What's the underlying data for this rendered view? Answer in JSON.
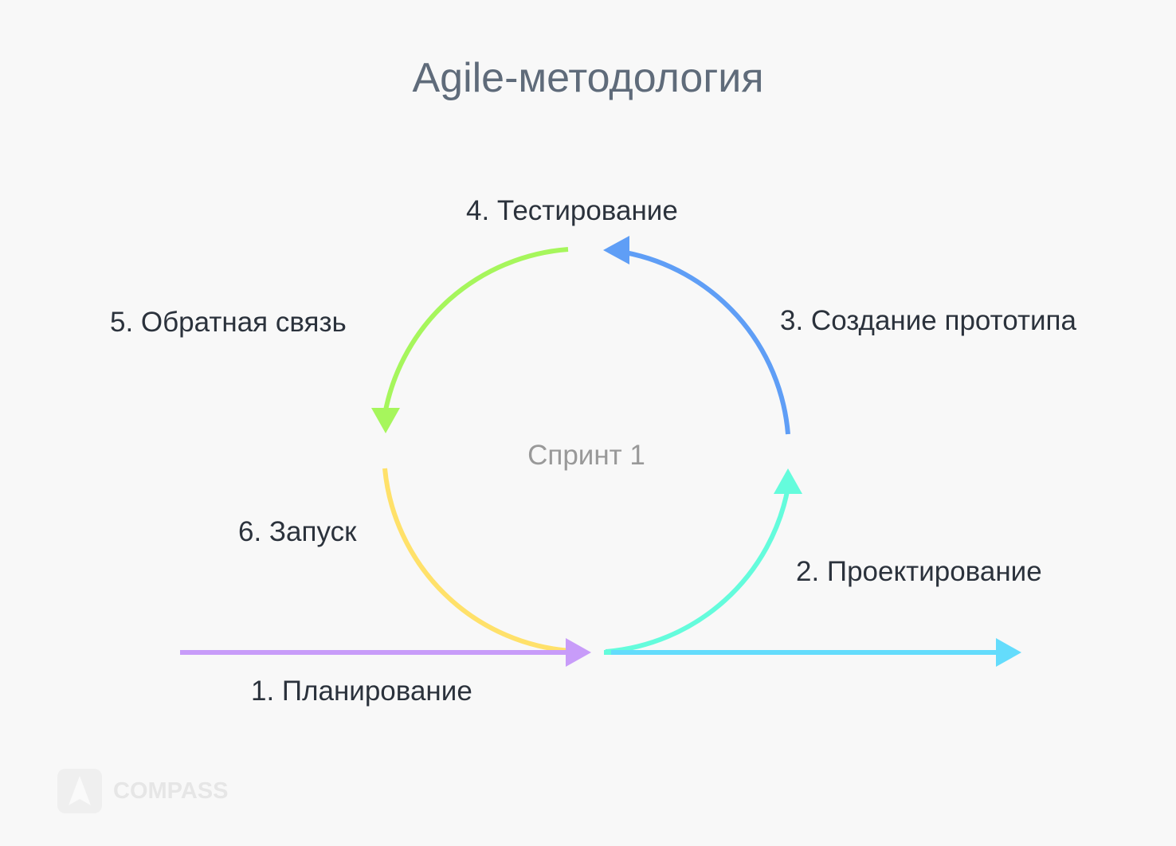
{
  "title": "Agile-методология",
  "center_label": "Спринт 1",
  "stages": [
    {
      "label": "1. Планирование",
      "color": "#c89cf9"
    },
    {
      "label": "2. Проектирование",
      "color": "#64fcdc"
    },
    {
      "label": "3. Создание прототипа",
      "color": "#5f9ef6"
    },
    {
      "label": "4. Тестирование",
      "color": "#a6f65c"
    },
    {
      "label": "5. Обратная связь",
      "color": "#a6f65c"
    },
    {
      "label": "6. Запуск",
      "color": "#ffe16a"
    }
  ],
  "output_color": "#64dcfc",
  "logo": {
    "text": "COMPASS"
  }
}
